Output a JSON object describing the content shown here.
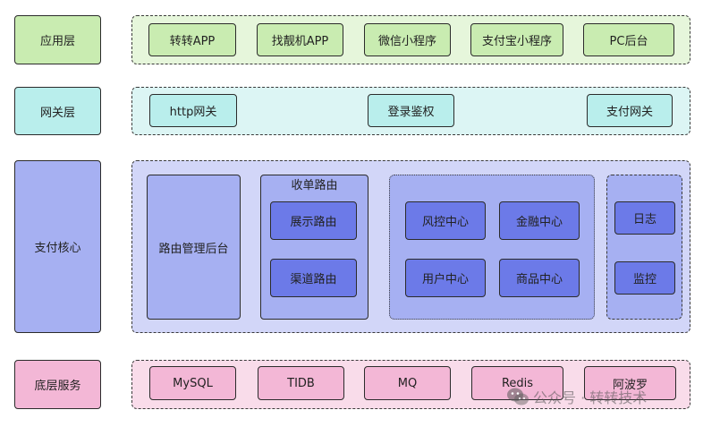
{
  "layers": {
    "app": {
      "label": "应用层",
      "items": [
        "转转APP",
        "找靓机APP",
        "微信小程序",
        "支付宝小程序",
        "PC后台"
      ]
    },
    "gateway": {
      "label": "网关层",
      "items": [
        "http网关",
        "登录鉴权",
        "支付网关"
      ]
    },
    "core": {
      "label": "支付核心",
      "route_admin": "路由管理后台",
      "cashier_router": {
        "title": "收单路由",
        "items": [
          "展示路由",
          "渠道路由"
        ]
      },
      "centers": [
        "风控中心",
        "金融中心",
        "用户中心",
        "商品中心"
      ],
      "ops": [
        "日志",
        "监控"
      ]
    },
    "base": {
      "label": "底层服务",
      "items": [
        "MySQL",
        "TIDB",
        "MQ",
        "Redis",
        "阿波罗"
      ]
    }
  },
  "watermark": "公众号 · 转转技术",
  "colors": {
    "app": "#c9ecb1",
    "app_group": "#e6f6db",
    "gateway": "#b9eeec",
    "gateway_group": "#dcf5f4",
    "core": "#a6b0f2",
    "core_group": "#d2d6f8",
    "core_inner": "#6c7ae8",
    "base": "#f3b7d6",
    "base_group": "#f9dcea"
  }
}
